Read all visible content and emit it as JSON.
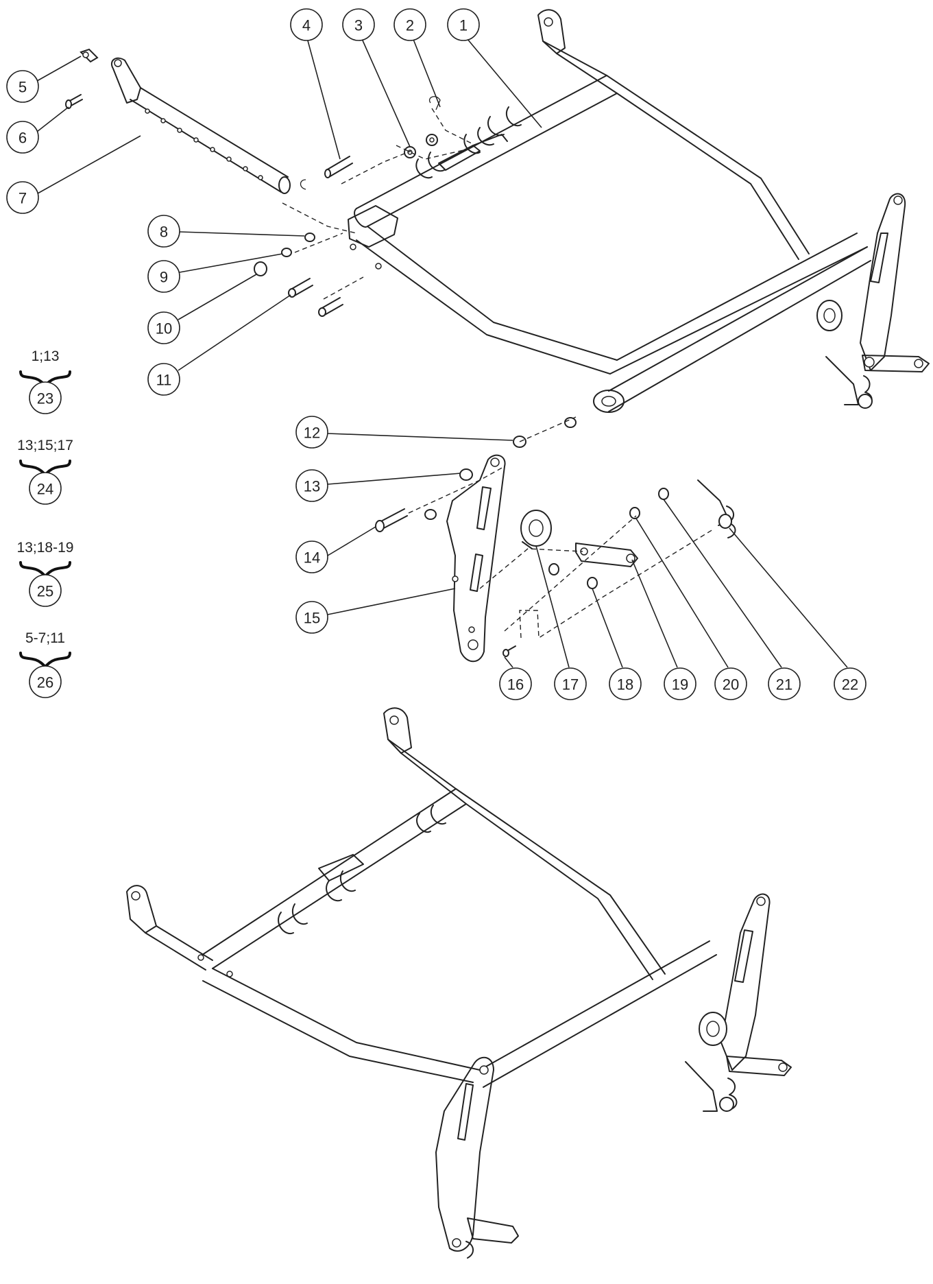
{
  "balloons": [
    "1",
    "2",
    "3",
    "4",
    "5",
    "6",
    "7",
    "8",
    "9",
    "10",
    "11",
    "12",
    "13",
    "14",
    "15",
    "16",
    "17",
    "18",
    "19",
    "20",
    "21",
    "22"
  ],
  "kits": [
    {
      "components": "1;13",
      "number": "23"
    },
    {
      "components": "13;15;17",
      "number": "24"
    },
    {
      "components": "13;18-19",
      "number": "25"
    },
    {
      "components": "5-7;11",
      "number": "26"
    }
  ]
}
